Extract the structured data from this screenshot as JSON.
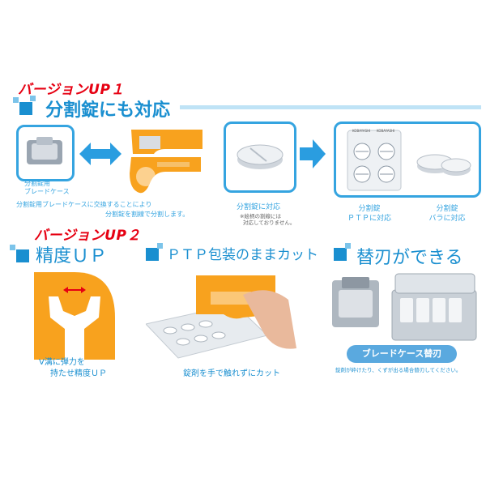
{
  "top": {
    "version1": "バージョンUP１",
    "section1_title": "分割錠にも対応",
    "left_caption": [
      "分割錠用",
      "ブレードケース",
      "分割錠用ブレードケースに交換することにより",
      "分割錠を割線で分割します。"
    ],
    "mid_caption": [
      "分割錠に対応",
      "※絵柄の割線には",
      "対応しておりません。"
    ],
    "right_caption_a": [
      "分割錠",
      "ＰＴＰに対応"
    ],
    "right_caption_b": [
      "分割錠",
      "バラに対応"
    ],
    "blister_brand": [
      "KOBAYASHI",
      "KOBAYASHI"
    ]
  },
  "bottom": {
    "version2": "バージョンUP２",
    "col1_title": "精度ＵＰ",
    "col1_caption": [
      "V溝に弾力を",
      "持たせ精度ＵＰ"
    ],
    "col2_title": "ＰＴＰ包装のままカット",
    "col2_caption": "錠剤を手で触れずにカット",
    "col3_title": "替刃ができる",
    "col3_pill": "ブレードケース替刃",
    "col3_note": "錠剤が砕けたり、くずが出る場合替刃してください。"
  },
  "colors": {
    "accent_red": "#e60012",
    "accent_blue": "#1a8fd0",
    "card_border": "#35a4e0",
    "orange": "#f8a21e"
  }
}
